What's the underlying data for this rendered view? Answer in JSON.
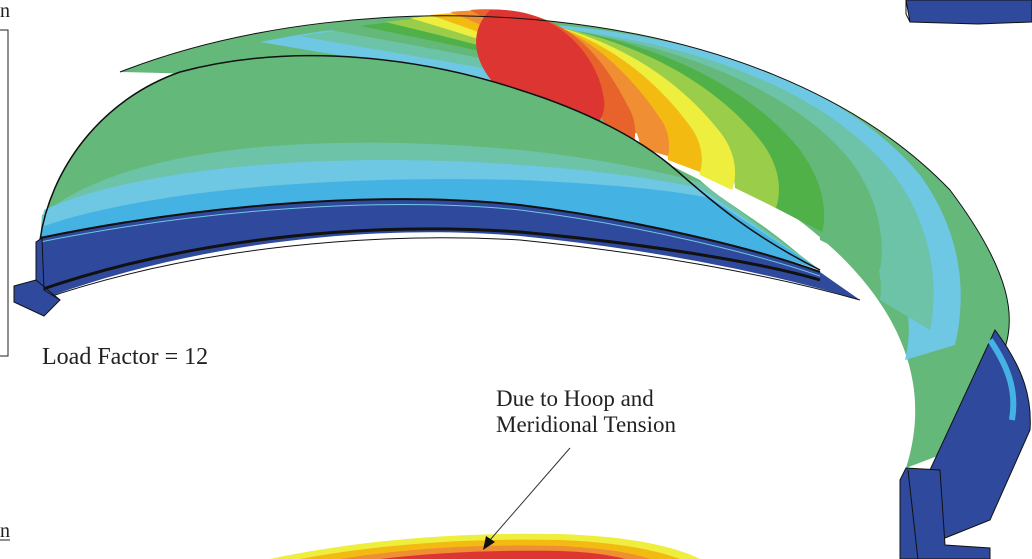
{
  "labels": {
    "load_factor": "Load Factor = 12",
    "annotation_line1": "Due to Hoop and",
    "annotation_line2": "Meridional Tension",
    "corner_top_fragment": "n",
    "corner_bottom_fragment": "n"
  },
  "contour_colors": {
    "red": "#dd3532",
    "orange_red": "#e8632b",
    "orange": "#ef8e33",
    "amber": "#f3bb12",
    "yellow": "#eeee3e",
    "light_green": "#9acd4a",
    "green": "#4fb147",
    "mid_green": "#64b87a",
    "teal": "#6cc3a8",
    "light_blue": "#6ec7e3",
    "blue": "#45b2e4",
    "dark_blue": "#2f4a9c",
    "outline": "#111111"
  }
}
